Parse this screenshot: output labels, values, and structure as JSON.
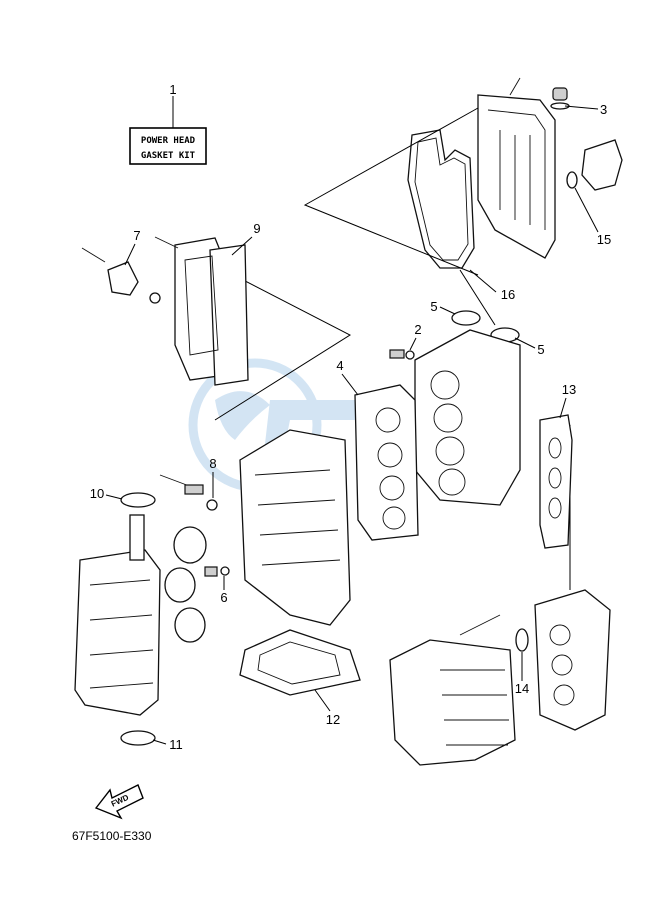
{
  "kit_label": {
    "line1": "POWER HEAD",
    "line2": "GASKET KIT"
  },
  "diagram_code": "67F5100-E330",
  "fwd_label": "FWD",
  "callouts": {
    "c1": "1",
    "c2": "2",
    "c3": "3",
    "c4": "4",
    "c5a": "5",
    "c5b": "5",
    "c6": "6",
    "c7": "7",
    "c8": "8",
    "c9": "9",
    "c10": "10",
    "c11": "11",
    "c12": "12",
    "c13": "13",
    "c14": "14",
    "c15": "15",
    "c16": "16"
  },
  "colors": {
    "line": "#111111",
    "watermark": "#9ec5e6"
  }
}
